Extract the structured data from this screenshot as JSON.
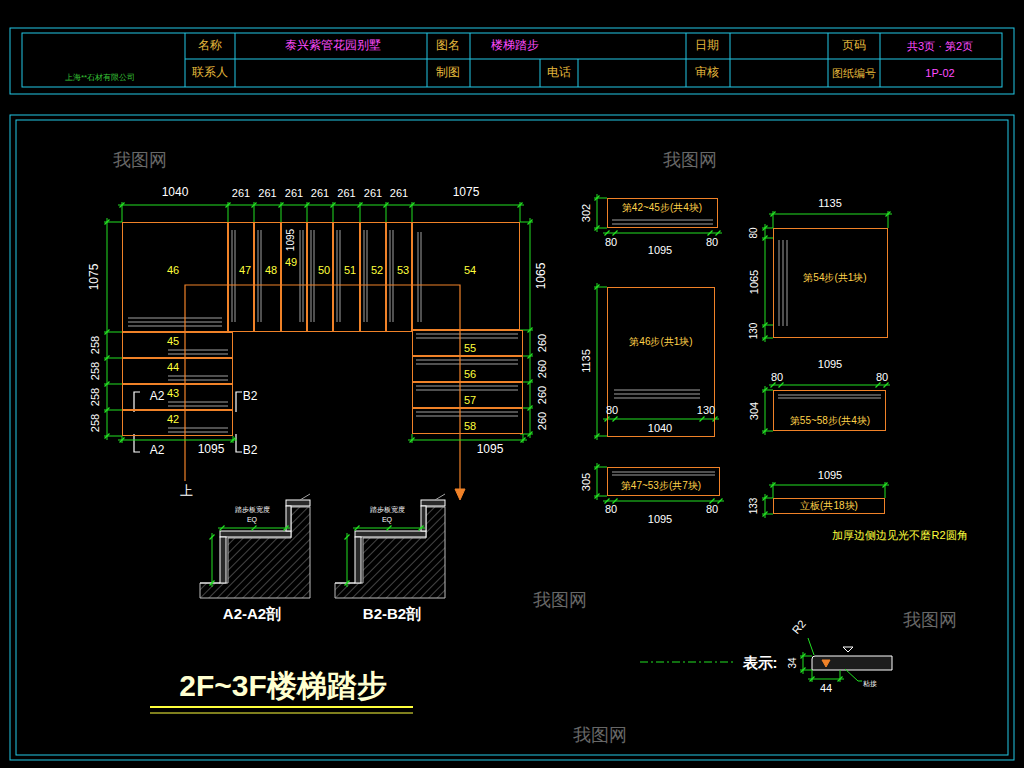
{
  "diagram": {
    "title": "2F~3F楼梯踏步",
    "nodes": [
      {
        "text": [
          "46"
        ]
      },
      {
        "text": [
          "47"
        ]
      },
      {
        "text": [
          "48"
        ]
      },
      {
        "text": [
          "49"
        ]
      },
      {
        "text": [
          "50"
        ]
      },
      {
        "text": [
          "51"
        ]
      },
      {
        "text": [
          "52"
        ]
      },
      {
        "text": [
          "53"
        ]
      },
      {
        "text": [
          "54"
        ]
      },
      {
        "text": [
          "45"
        ]
      },
      {
        "text": [
          "44"
        ]
      },
      {
        "text": [
          "43"
        ]
      },
      {
        "text": [
          "42"
        ]
      },
      {
        "text": [
          "55"
        ]
      },
      {
        "text": [
          "56"
        ]
      },
      {
        "text": [
          "57"
        ]
      },
      {
        "text": [
          "58"
        ]
      },
      {
        "text": [
          "第42~45步(共4块)"
        ]
      },
      {
        "text": [
          "第54步(共1块)"
        ]
      },
      {
        "text": [
          "第46步(共1块)"
        ]
      },
      {
        "text": [
          "第55~58步(共4块)"
        ]
      },
      {
        "text": [
          "第47~53步(共7块)"
        ]
      },
      {
        "text": [
          "立板(共18块)"
        ]
      }
    ],
    "labels": [
      "名称",
      "泰兴紫管花园别墅",
      "图名",
      "楼梯踏步",
      "日期",
      "页码",
      "共3页 · 第2页",
      "上海**石材有限公司",
      "联系人",
      "制图",
      "电话",
      "审核",
      "图纸编号",
      "1P-02",
      "1040",
      "261",
      "261",
      "261",
      "261",
      "261",
      "261",
      "261",
      "1075",
      "1075",
      "258",
      "258",
      "258",
      "258",
      "1065",
      "260",
      "260",
      "260",
      "260",
      "1095",
      "1095",
      "1095",
      "A2",
      "A2",
      "B2",
      "B2",
      "上",
      "踏步板宽度",
      "EQ",
      "踏步板宽度",
      "EQ",
      "A2-A2剖",
      "B2-B2剖",
      "302",
      "80",
      "80",
      "1095",
      "1135",
      "80",
      "1040",
      "130",
      "1135",
      "80",
      "1065",
      "130",
      "1095",
      "80",
      "80",
      "304",
      "305",
      "80",
      "80",
      "1095",
      "1095",
      "133",
      "加厚边侧边见光不磨R2圆角",
      "表示:",
      "R2",
      "34",
      "44",
      "粘接",
      "我图网",
      "我图网",
      "我图网",
      "我图网",
      "我图网"
    ]
  }
}
